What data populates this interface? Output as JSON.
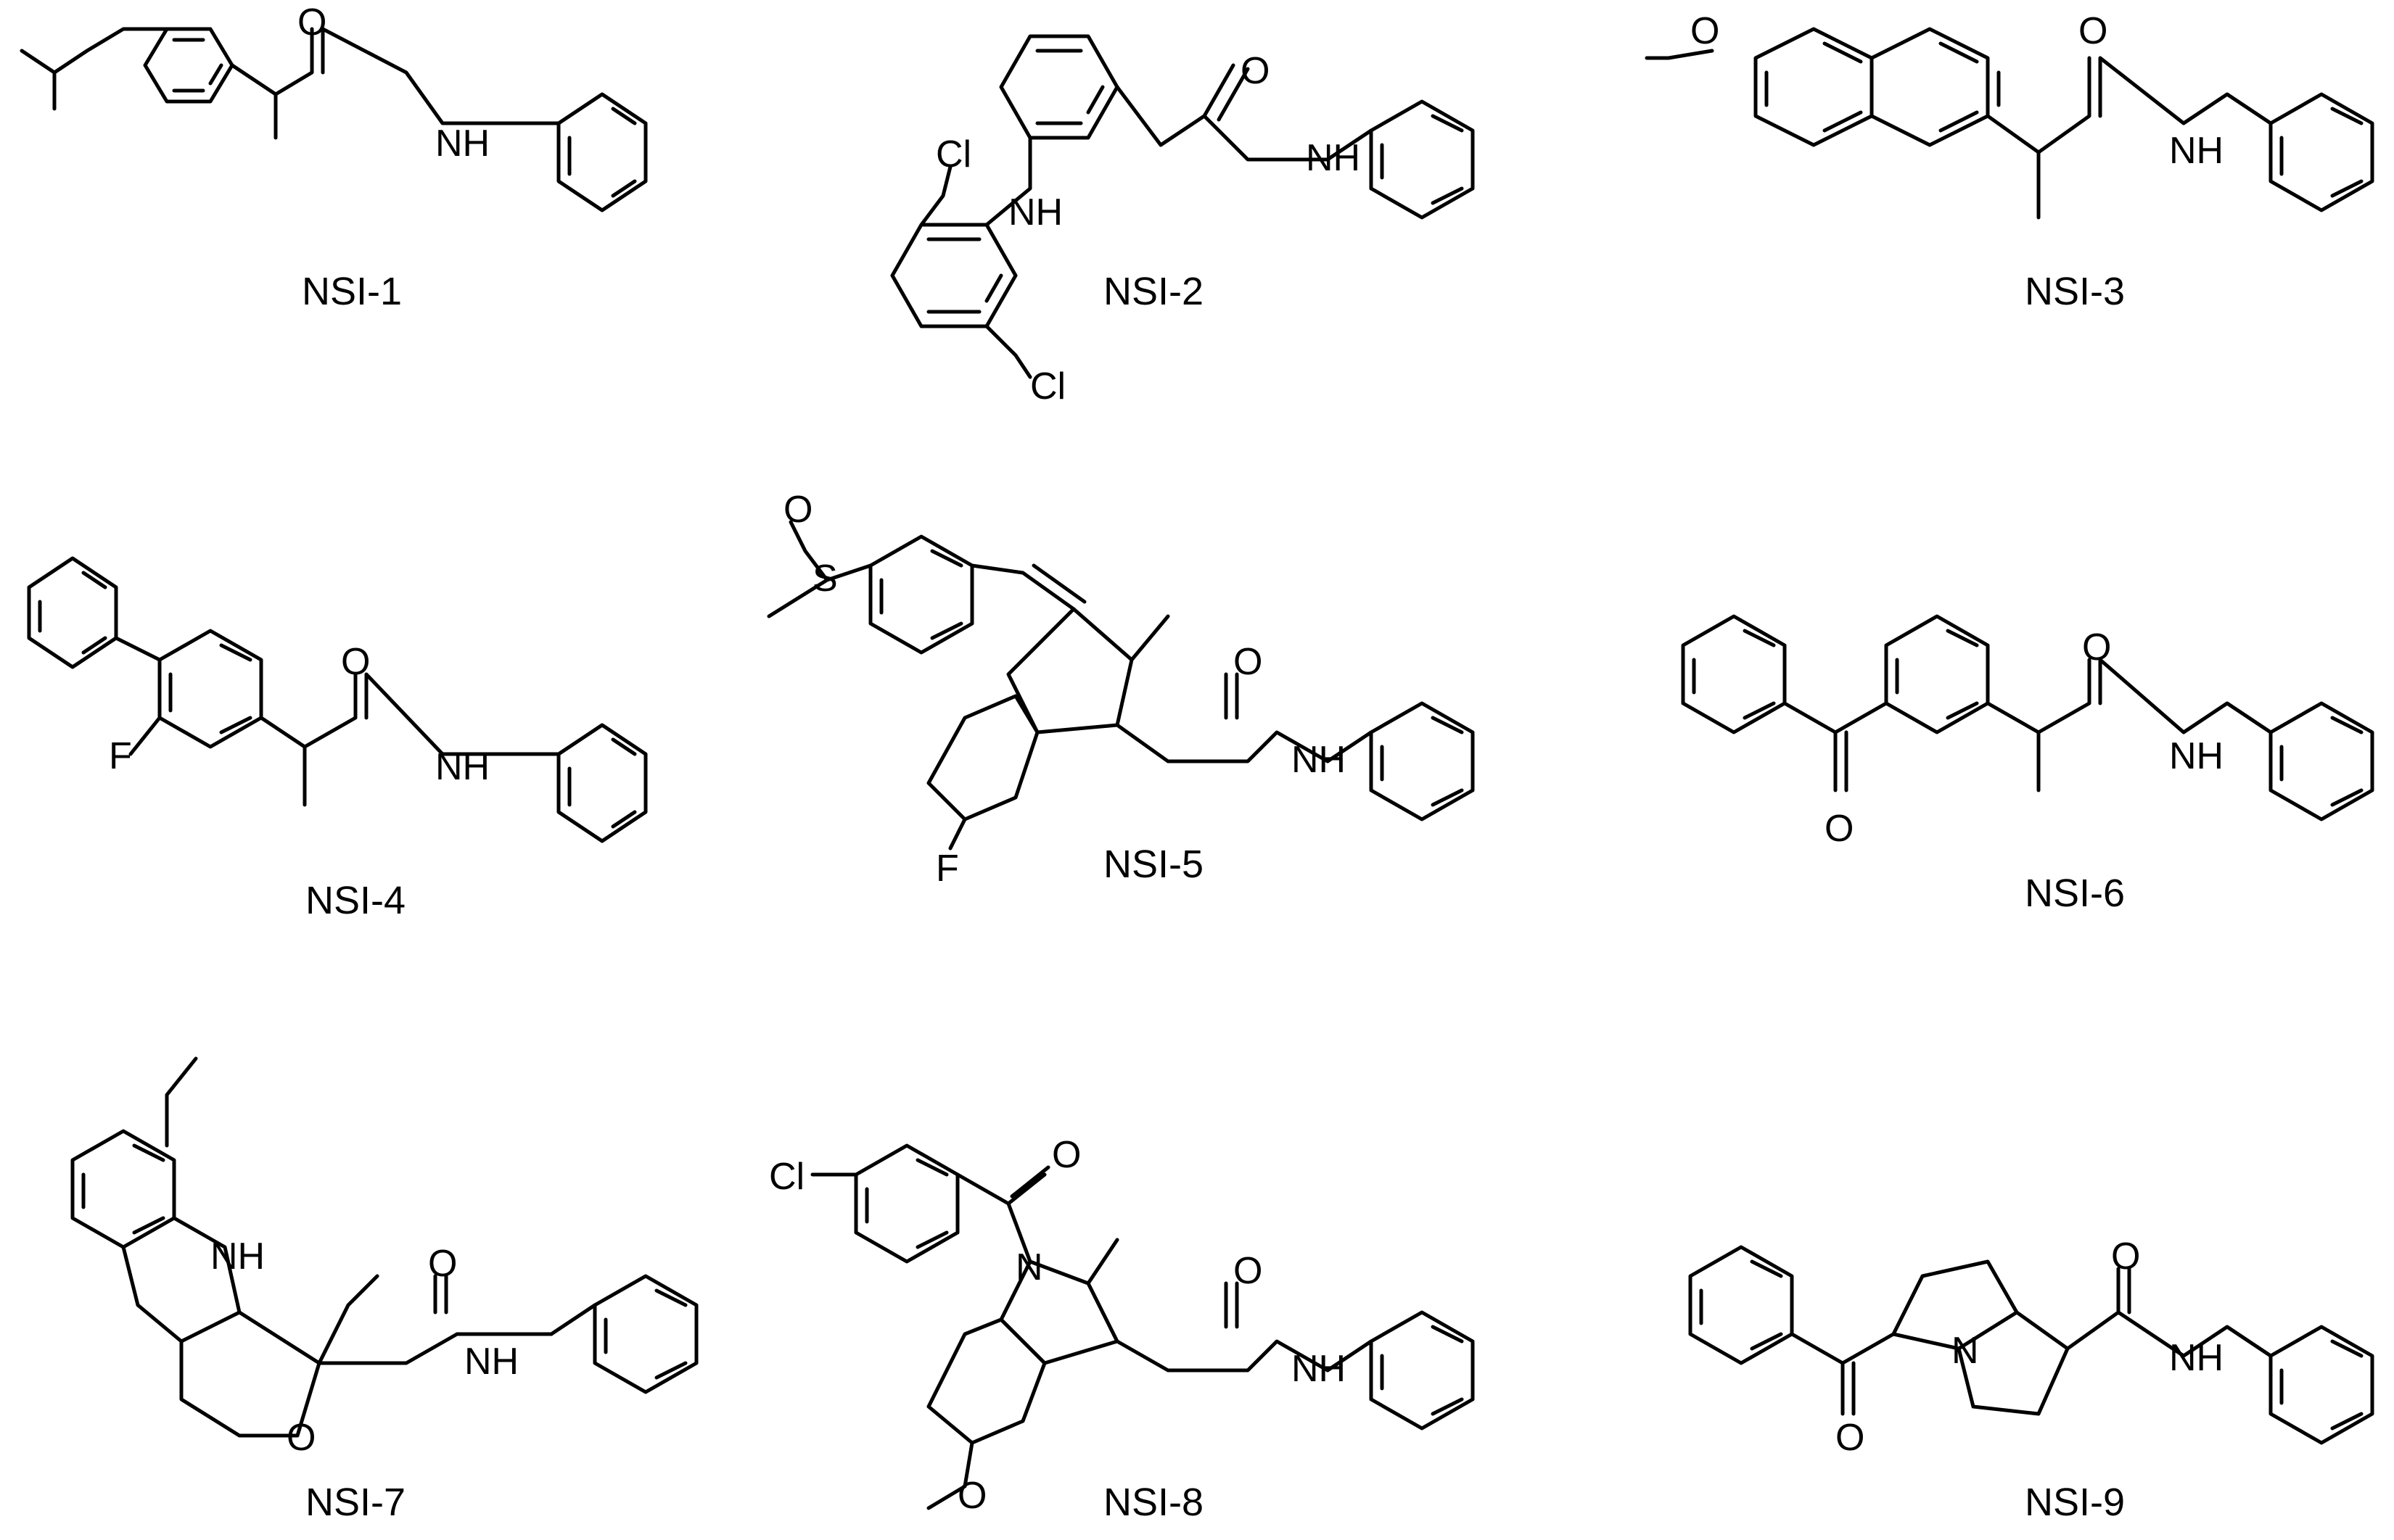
{
  "compounds": [
    {
      "id": "nsi-1",
      "label": "NSI-1"
    },
    {
      "id": "nsi-2",
      "label": "NSI-2"
    },
    {
      "id": "nsi-3",
      "label": "NSI-3"
    },
    {
      "id": "nsi-4",
      "label": "NSI-4"
    },
    {
      "id": "nsi-5",
      "label": "NSI-5"
    },
    {
      "id": "nsi-6",
      "label": "NSI-6"
    },
    {
      "id": "nsi-7",
      "label": "NSI-7"
    },
    {
      "id": "nsi-8",
      "label": "NSI-8"
    },
    {
      "id": "nsi-9",
      "label": "NSI-9"
    }
  ],
  "atoms": {
    "oxygen": "O",
    "amide_nh": "NH",
    "amine_nh": "NH",
    "nitrogen": "N",
    "chlorine": "Cl",
    "fluorine": "F",
    "sulfur": "S"
  }
}
